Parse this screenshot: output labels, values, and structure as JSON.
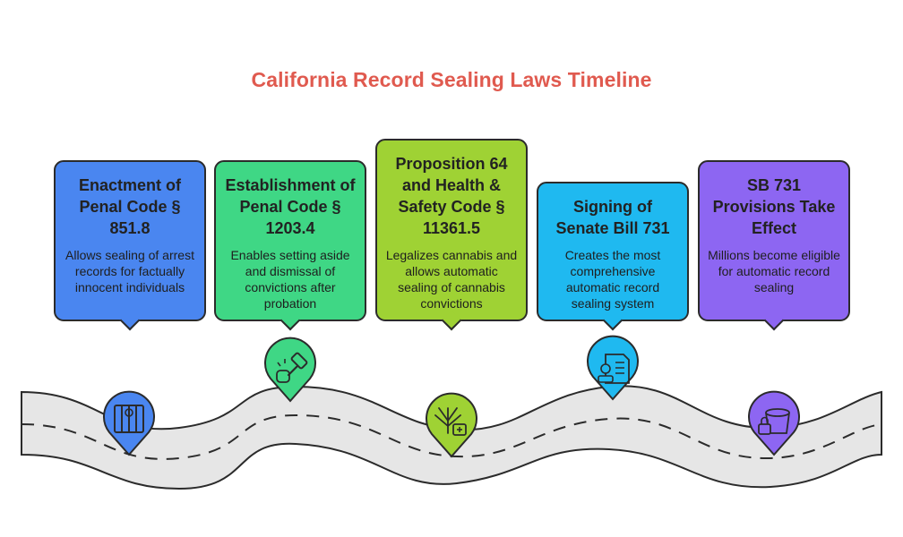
{
  "title": "California Record Sealing Laws Timeline",
  "colors": {
    "title": "#e05a4f",
    "road": "#e6e6e6",
    "outline": "#2b2b2b",
    "card1": "#4a86f0",
    "card2": "#3fd785",
    "card3": "#9fd234",
    "card4": "#1fb9f0",
    "card5": "#8d66f2"
  },
  "milestones": [
    {
      "heading": "Enactment of Penal Code § 851.8",
      "description": "Allows sealing of arrest records for factually innocent individuals",
      "icon": "jail-cell-icon"
    },
    {
      "heading": "Establishment of Penal Code § 1203.4",
      "description": "Enables setting aside and dismissal of convictions after probation",
      "icon": "gavel-icon"
    },
    {
      "heading": "Proposition 64 and Health & Safety Code § 11361.5",
      "description": "Legalizes cannabis and allows automatic sealing of cannabis convictions",
      "icon": "cannabis-leaf-icon"
    },
    {
      "heading": "Signing of Senate Bill 731",
      "description": "Creates the most comprehensive automatic record sealing system",
      "icon": "signed-document-icon"
    },
    {
      "heading": "SB 731 Provisions Take Effect",
      "description": "Millions become eligible for automatic record sealing",
      "icon": "locked-bucket-icon"
    }
  ]
}
